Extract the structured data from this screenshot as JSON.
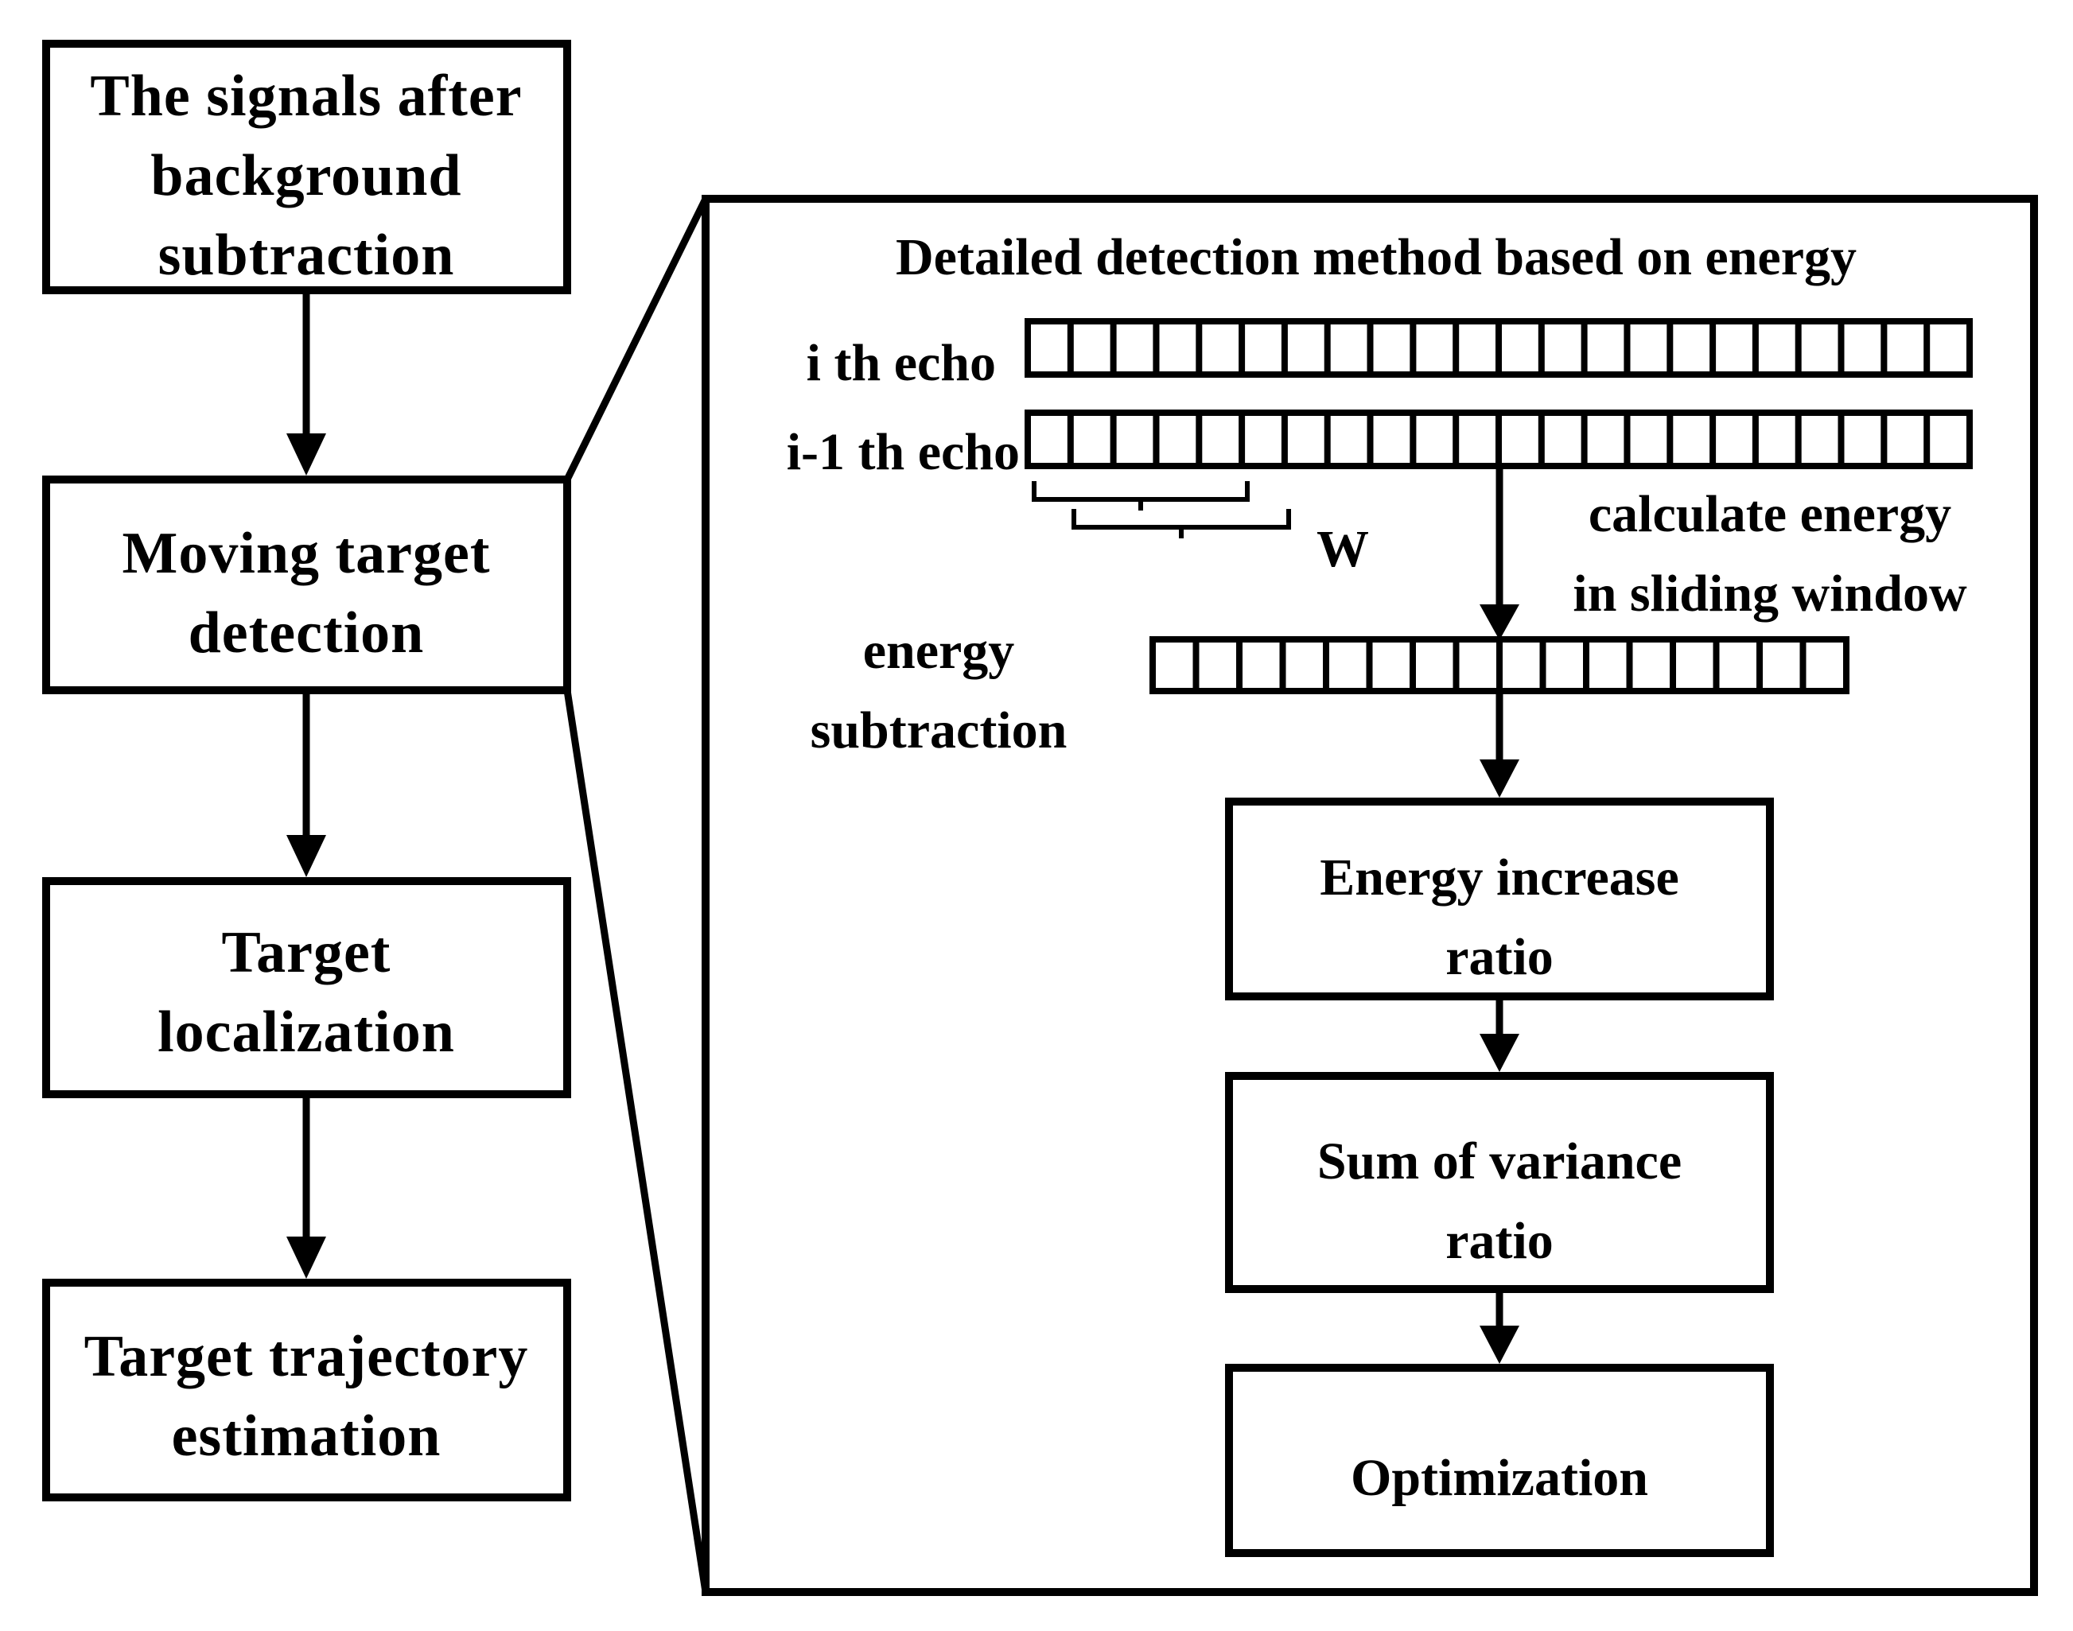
{
  "flow": {
    "step1": {
      "line1": "The signals after",
      "line2": "background",
      "line3": "subtraction"
    },
    "step2": {
      "line1": "Moving target",
      "line2": "detection"
    },
    "step3": {
      "line1": "Target",
      "line2": "localization"
    },
    "step4": {
      "line1": "Target trajectory",
      "line2": "estimation"
    }
  },
  "detail": {
    "title": "Detailed detection method based on energy",
    "echo_i": "i th echo",
    "echo_i_minus_1": "i-1 th echo",
    "window_label": "W",
    "calc_line1": "calculate energy",
    "calc_line2": "in sliding window",
    "energy_line1": "energy",
    "energy_line2": "subtraction",
    "box1": {
      "line1": "Energy increase",
      "line2": "ratio"
    },
    "box2": {
      "line1": "Sum of variance",
      "line2": "ratio"
    },
    "box3": {
      "line1": "Optimization"
    }
  },
  "colors": {
    "stroke": "#000000",
    "background": "#ffffff"
  }
}
